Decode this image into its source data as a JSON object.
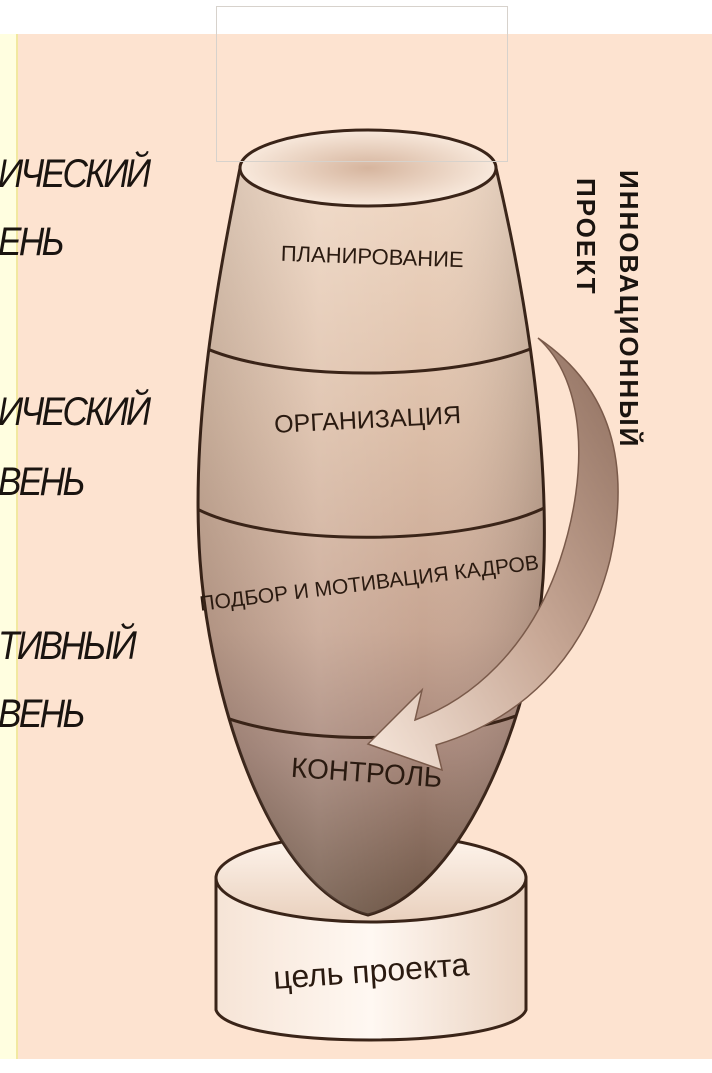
{
  "levels": [
    {
      "line1": "ИЧЕСКИЙ",
      "line2": "ЕНЬ"
    },
    {
      "line1": "ИЧЕСКИЙ",
      "line2": "ВЕНЬ"
    },
    {
      "line1": "ТИВНЫЙ",
      "line2": "ВЕНЬ"
    }
  ],
  "vase": {
    "sections": [
      "ПЛАНИРОВАНИЕ",
      "ОРГАНИЗАЦИЯ",
      "ПОДБОР И МОТИВАЦИЯ КАДРОВ",
      "КОНТРОЛЬ"
    ],
    "base_label": "цель проекта"
  },
  "arrow_label": {
    "line1": "ИННОВАЦИОННЫЙ",
    "line2": "ПРОЕКТ"
  },
  "colors": {
    "background": "#fde3d0",
    "strip": "#fffee0",
    "vase_top": "#f0d8c4",
    "vase_bottom": "#6e5646",
    "ink": "#3a2418"
  }
}
